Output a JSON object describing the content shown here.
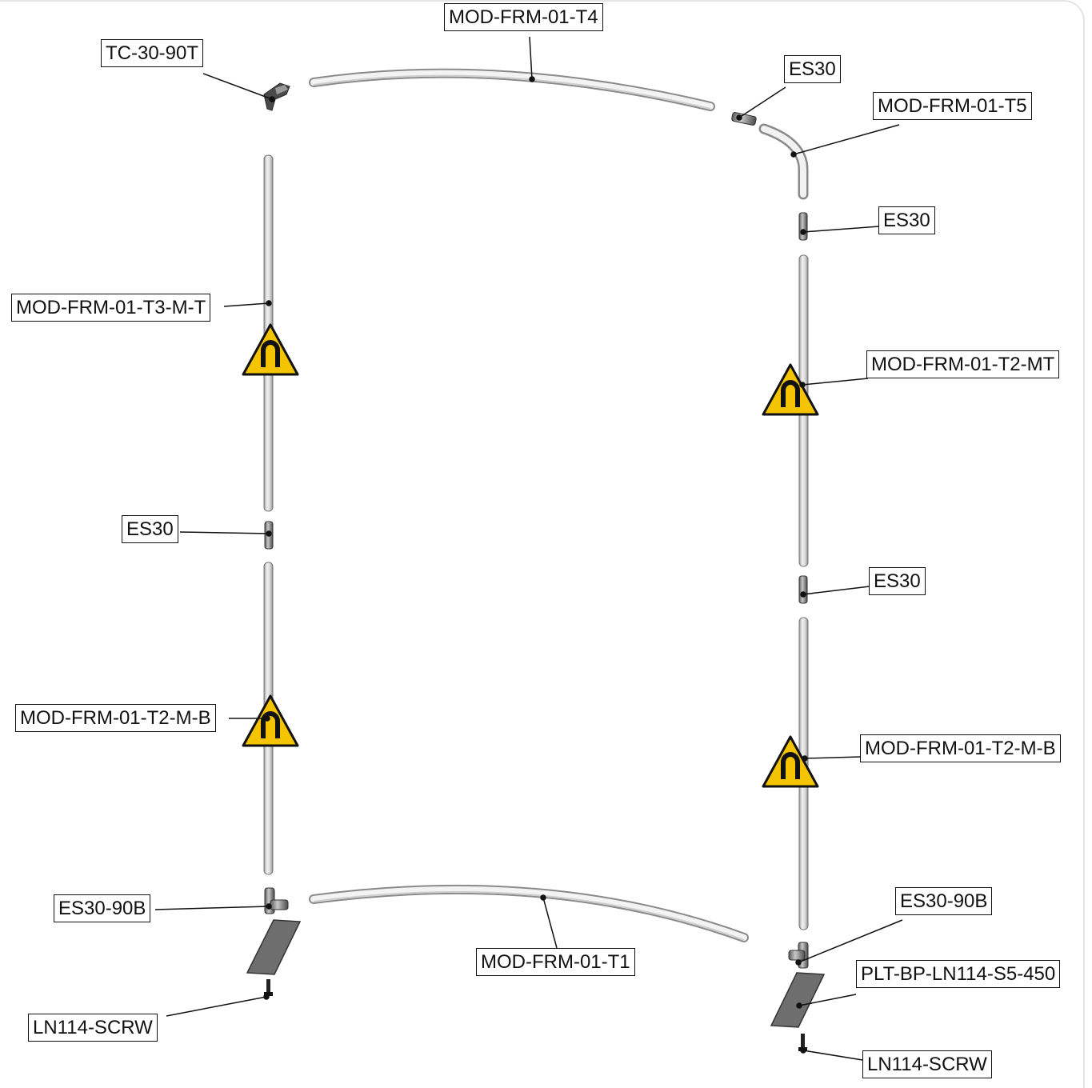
{
  "callouts": [
    {
      "id": "tc-30-90t",
      "text": "TC-30-90T"
    },
    {
      "id": "mod-frm-01-t4",
      "text": "MOD-FRM-01-T4"
    },
    {
      "id": "es30-top-right",
      "text": "ES30"
    },
    {
      "id": "mod-frm-01-t5",
      "text": "MOD-FRM-01-T5"
    },
    {
      "id": "es30-right-upper",
      "text": "ES30"
    },
    {
      "id": "mod-frm-01-t3-m-t",
      "text": "MOD-FRM-01-T3-M-T"
    },
    {
      "id": "mod-frm-01-t2-mt",
      "text": "MOD-FRM-01-T2-MT"
    },
    {
      "id": "es30-left-mid",
      "text": "ES30"
    },
    {
      "id": "es30-right-mid",
      "text": "ES30"
    },
    {
      "id": "mod-frm-01-t2-m-b-left",
      "text": "MOD-FRM-01-T2-M-B"
    },
    {
      "id": "mod-frm-01-t2-m-b-right",
      "text": "MOD-FRM-01-T2-M-B"
    },
    {
      "id": "es30-90b-left",
      "text": "ES30-90B"
    },
    {
      "id": "es30-90b-right",
      "text": "ES30-90B"
    },
    {
      "id": "mod-frm-01-t1",
      "text": "MOD-FRM-01-T1"
    },
    {
      "id": "plt-bp-ln114-s5-450",
      "text": "PLT-BP-LN114-S5-450"
    },
    {
      "id": "ln114-scrw-left",
      "text": "LN114-SCRW"
    },
    {
      "id": "ln114-scrw-right",
      "text": "LN114-SCRW"
    }
  ],
  "icons": {
    "warning": "magnet-warning-icon",
    "warning_fill": "#f5c400",
    "warning_stroke": "#111111"
  },
  "colors": {
    "tube_light": "#f2f2f2",
    "tube_dark": "#8a8a8a",
    "plate": "#6e6e6e"
  }
}
